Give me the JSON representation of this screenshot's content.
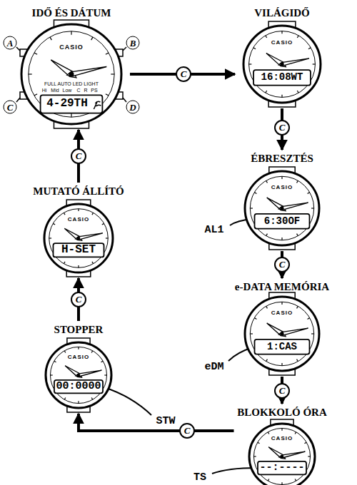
{
  "diagram": {
    "nodes": [
      {
        "text": [
          "IDŐ ÉS DÁTUM",
          "4-29TH"
        ]
      },
      {
        "text": [
          "VILÁGIDŐ",
          "16:08WT"
        ]
      },
      {
        "text": [
          "ÉBRESZTÉS",
          "6:30OF"
        ]
      },
      {
        "text": [
          "e-DATA MEMÓRIA",
          "1:CAS"
        ]
      },
      {
        "text": [
          "BLOKKOLÓ ÓRA",
          "--:----"
        ]
      },
      {
        "text": [
          "STOPPER",
          "00:0000"
        ]
      },
      {
        "text": [
          "MUTATÓ ÁLLÍTÓ",
          "H-SET"
        ]
      }
    ],
    "edges": [
      {
        "from": 0,
        "to": 1,
        "arrow": "to",
        "label": "C"
      },
      {
        "from": 1,
        "to": 2,
        "arrow": "to",
        "label": "C"
      },
      {
        "from": 2,
        "to": 3,
        "arrow": "to",
        "label": "C"
      },
      {
        "from": 3,
        "to": 4,
        "arrow": "to",
        "label": "C"
      },
      {
        "from": 4,
        "to": 5,
        "arrow": "to",
        "label": "C"
      },
      {
        "from": 5,
        "to": 6,
        "arrow": "to",
        "label": "C"
      },
      {
        "from": 6,
        "to": 0,
        "arrow": "to",
        "label": "C"
      }
    ],
    "labels": [
      "A",
      "B",
      "C",
      "D",
      "CASIO",
      "CASIO",
      "CASIO",
      "CASIO",
      "CASIO",
      "CASIO",
      "CASIO",
      "FULL AUTO LED LIGHT",
      "Hi",
      "Mid",
      "Low",
      "C",
      "R",
      "PS",
      "AL1",
      "eDM",
      "TS",
      "STW"
    ]
  }
}
